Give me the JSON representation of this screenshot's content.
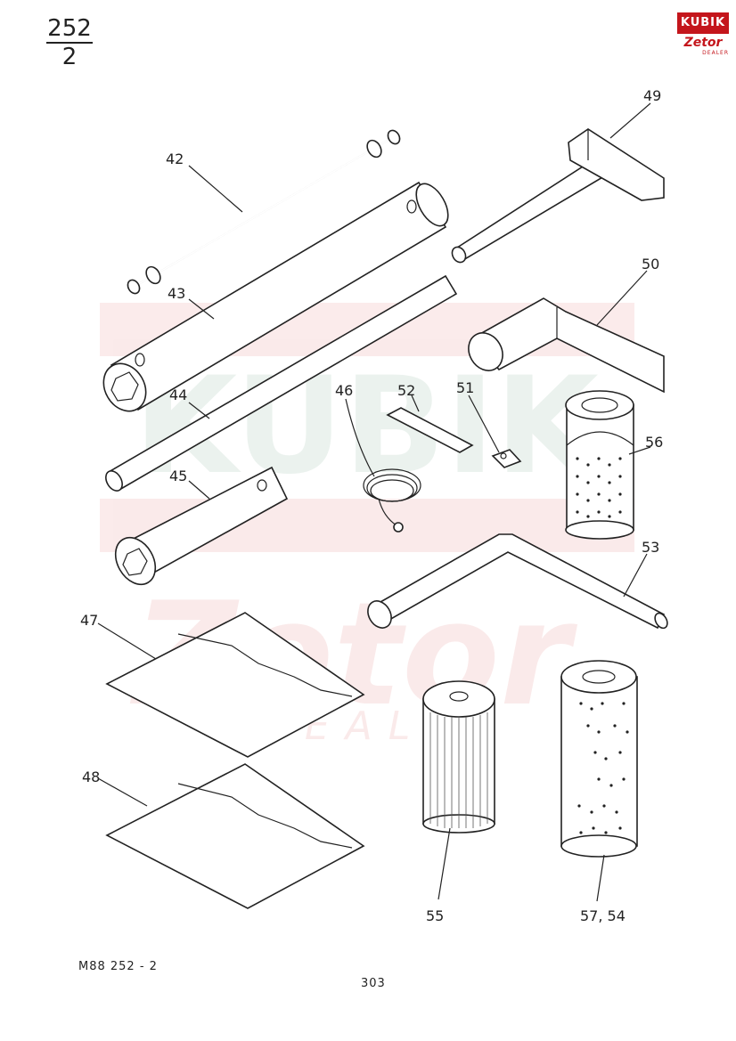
{
  "header": {
    "section_number": "252",
    "sheet_number": "2"
  },
  "logo": {
    "brand": "KUBIK",
    "sub_brand": "Zetor",
    "tag": "DEALER",
    "color": "#c4161c"
  },
  "watermark": {
    "brand": "KUBIK",
    "sub_brand": "Zetor",
    "tag": "DEALER"
  },
  "part_labels": {
    "p42": "42",
    "p43": "43",
    "p44": "44",
    "p45": "45",
    "p46": "46",
    "p47": "47",
    "p48": "48",
    "p49": "49",
    "p50": "50",
    "p51": "51",
    "p52": "52",
    "p53": "53",
    "p55": "55",
    "p56": "56",
    "p57_54": "57, 54"
  },
  "footer": {
    "code": "M88  252 - 2",
    "page": "303"
  }
}
